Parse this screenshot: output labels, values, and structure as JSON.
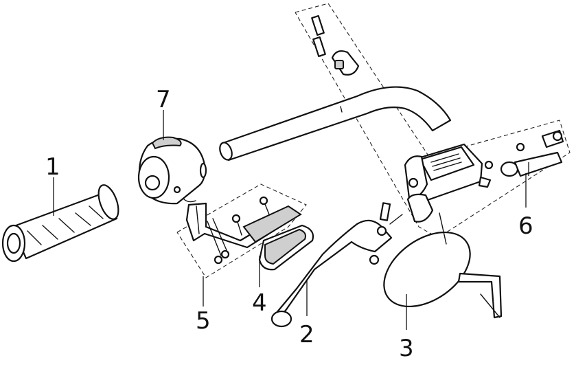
{
  "callouts": {
    "c1": "1",
    "c2": "2",
    "c3": "3",
    "c4": "4",
    "c5": "5",
    "c6": "6",
    "c7": "7"
  },
  "colors": {
    "line": "#111111",
    "fill": "#ffffff",
    "grey_fill": "#cfcfcf"
  }
}
